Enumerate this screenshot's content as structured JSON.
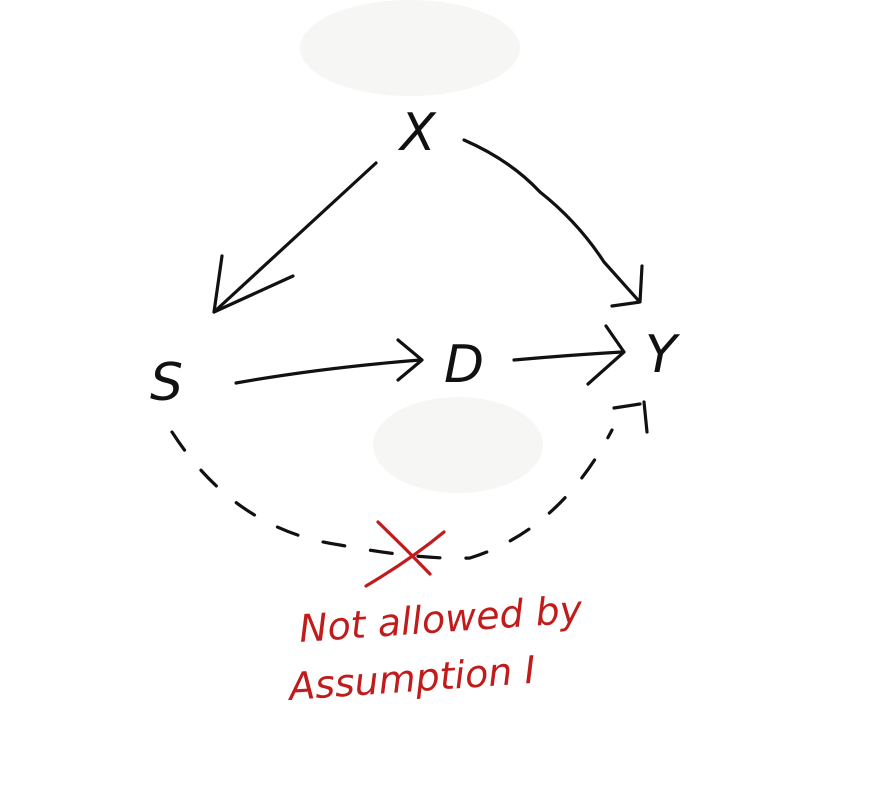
{
  "nodes": {
    "x": "X",
    "s": "S",
    "d": "D",
    "y": "Y"
  },
  "annotation": {
    "line1": "Not allowed by",
    "line2": "Assumption I"
  },
  "colors": {
    "ink": "#111111",
    "annotation": "#c01c1c",
    "background": "#ffffff"
  }
}
